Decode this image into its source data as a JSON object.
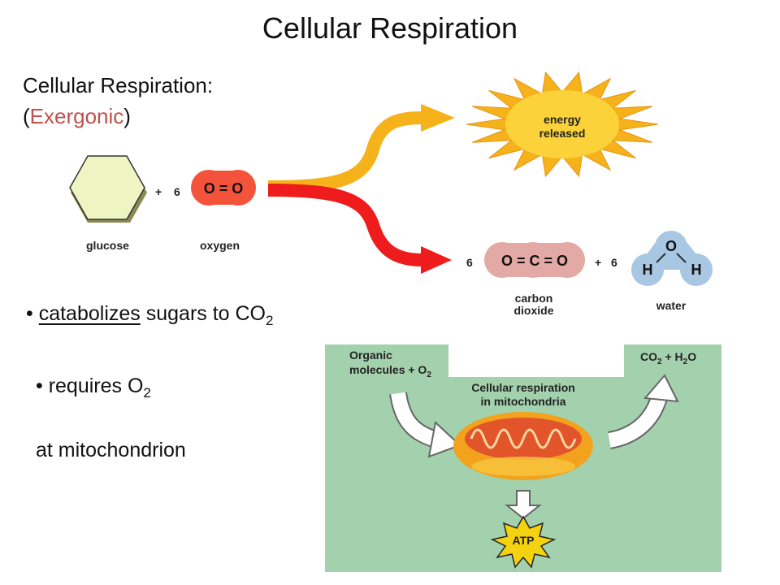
{
  "title": "Cellular Respiration",
  "subtitle": {
    "line1": "Cellular Respiration:",
    "open_paren": "(",
    "exergonic": "Exergonic",
    "close_paren": ")"
  },
  "bullets": {
    "b1_word": "catabolizes",
    "b1_rest": " sugars to CO",
    "b1_sub": "2",
    "b2_text": "requires O",
    "b2_sub": "2",
    "b3_text": "at mitochondrion"
  },
  "equation": {
    "glucose_label": "glucose",
    "plus1": "+",
    "coef_oxygen": "6",
    "oxygen_formula": "O = O",
    "oxygen_label": "oxygen",
    "energy_line1": "energy",
    "energy_line2": "released",
    "coef_co2": "6",
    "co2_formula": "O = C = O",
    "co2_label_line1": "carbon",
    "co2_label_line2": "dioxide",
    "plus2": "+",
    "coef_water": "6",
    "water_o": "O",
    "water_h1": "H",
    "water_h2": "H",
    "water_label": "water"
  },
  "mito_panel": {
    "input_line1": "Organic",
    "input_line2": "molecules + O",
    "input_sub": "2",
    "center_line1": "Cellular respiration",
    "center_line2": "in mitochondria",
    "output_text": "CO",
    "output_sub1": "2",
    "output_mid": " + H",
    "output_sub2": "2",
    "output_end": "O",
    "atp_label": "ATP"
  },
  "colors": {
    "exergonic": "#c0504d",
    "panel_bg": "#a3d1ad",
    "oxygen": "#f4533b",
    "co2": "#e3a9a4",
    "water": "#a7c7e2",
    "glucose": "#eef5c3",
    "energy_burst": "#f6b21b",
    "arrow_red": "#ee1c1c",
    "arrow_orange": "#f6b21b",
    "atp": "#f4d20f"
  }
}
